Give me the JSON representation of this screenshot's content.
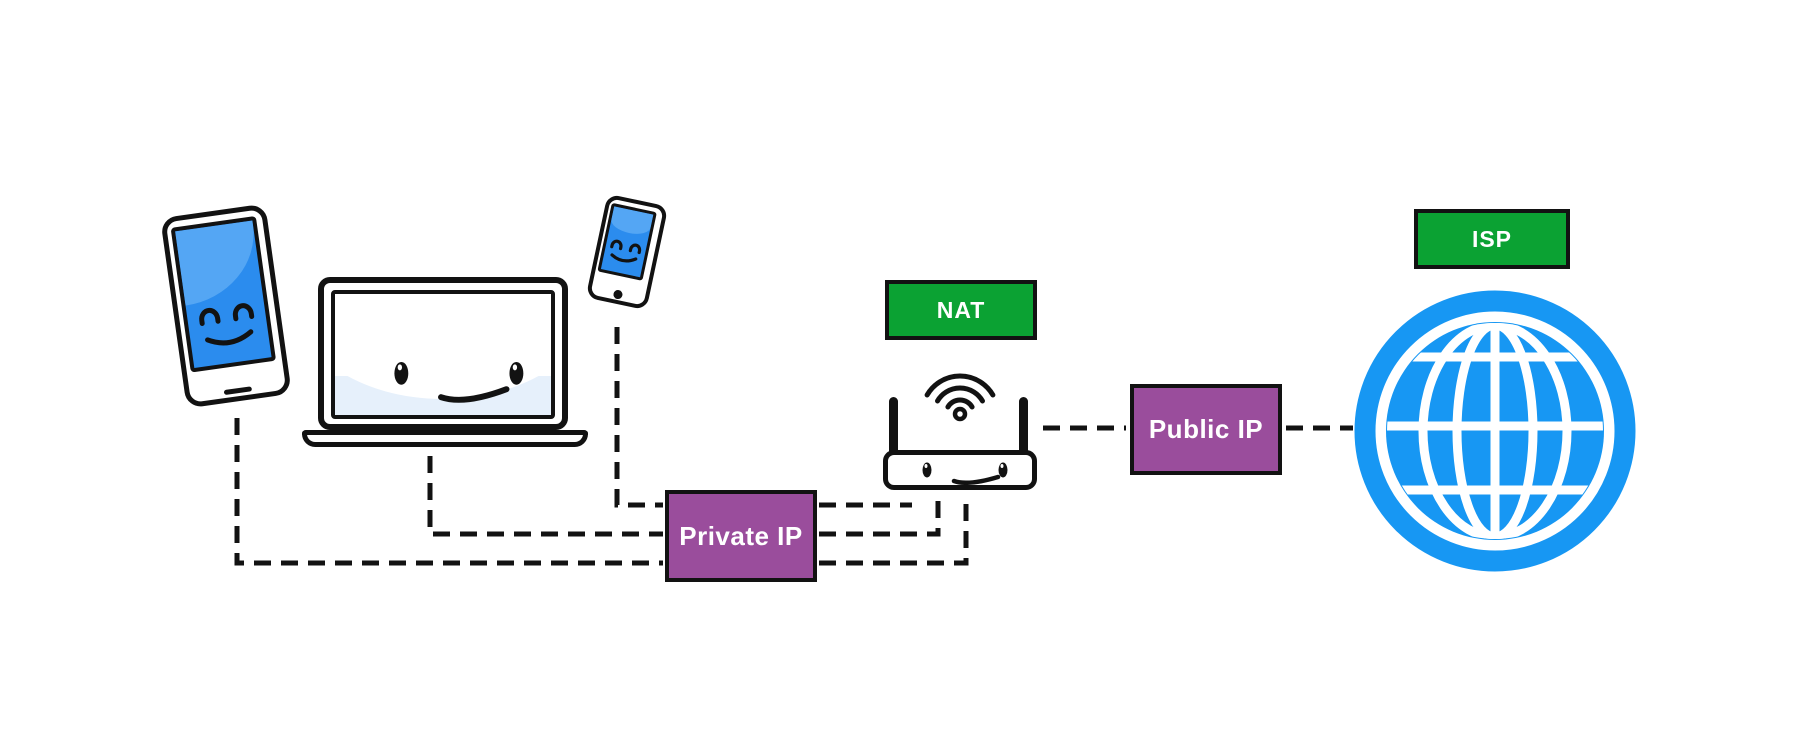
{
  "diagram": {
    "type": "network-nat-diagram",
    "labels": {
      "nat": "NAT",
      "isp": "ISP",
      "private_ip": "Private IP",
      "public_ip": "Public IP"
    },
    "nodes": [
      "tablet",
      "laptop",
      "smartphone",
      "wifi-router",
      "internet-globe"
    ],
    "connections": [
      {
        "from": "tablet",
        "to": "wifi-router",
        "through": "Private IP",
        "style": "dashed"
      },
      {
        "from": "laptop",
        "to": "wifi-router",
        "through": "Private IP",
        "style": "dashed"
      },
      {
        "from": "smartphone",
        "to": "wifi-router",
        "through": "Private IP",
        "style": "dashed"
      },
      {
        "from": "wifi-router",
        "to": "internet-globe",
        "through": "Public IP",
        "style": "dashed"
      }
    ]
  },
  "colors": {
    "c-green": "#0ba233",
    "c-purple": "#9a4d9c",
    "c-globe": "#1797f3",
    "c-screen": "#2b8cee",
    "c-screen-light": "#54a6f4",
    "c-laptop-tint": "#e6f0fb",
    "c-ink": "#121212",
    "c-label-text": "#ffffff"
  }
}
